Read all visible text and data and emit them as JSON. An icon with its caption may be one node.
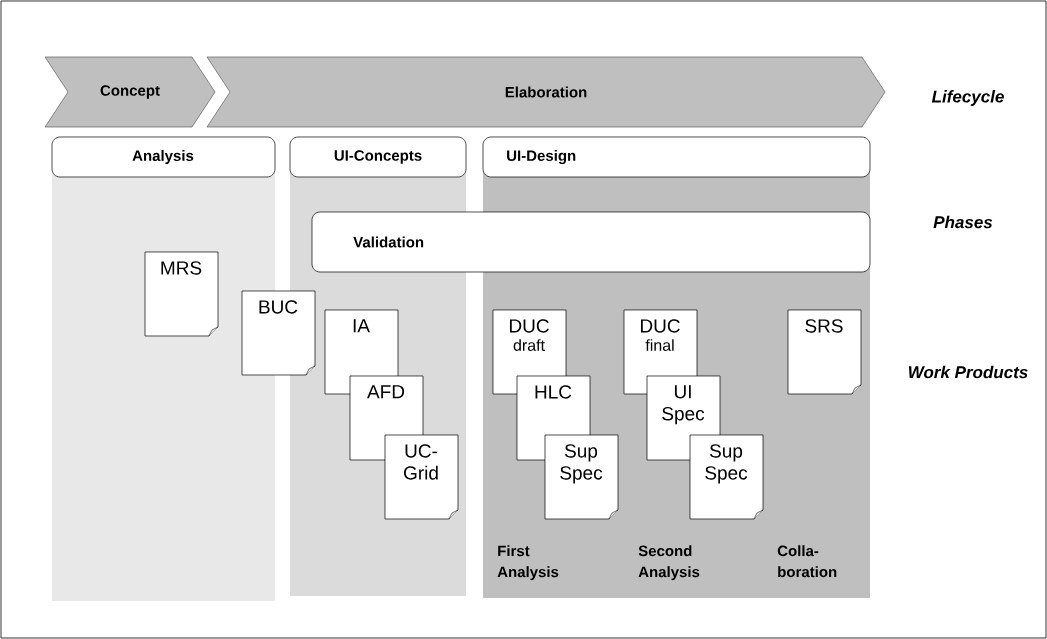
{
  "diagram": {
    "nodes": [
      {
        "text": [
          "Concept"
        ]
      },
      {
        "text": [
          "Elaboration"
        ]
      },
      {
        "text": [
          "Analysis"
        ]
      },
      {
        "text": [
          "UI-Concepts"
        ]
      },
      {
        "text": [
          "UI-Design"
        ]
      },
      {
        "text": [
          "Validation"
        ]
      },
      {
        "text": [
          "MRS"
        ]
      },
      {
        "text": [
          "BUC"
        ]
      },
      {
        "text": [
          "IA"
        ]
      },
      {
        "text": [
          "AFD"
        ]
      },
      {
        "text": [
          "UC- Grid"
        ]
      },
      {
        "text": [
          "DUC",
          "draft"
        ]
      },
      {
        "text": [
          "HLC"
        ]
      },
      {
        "text": [
          "Sup Spec"
        ]
      },
      {
        "text": [
          "DUC",
          "final"
        ]
      },
      {
        "text": [
          "UI Spec"
        ]
      },
      {
        "text": [
          "Sup Spec"
        ]
      },
      {
        "text": [
          "SRS"
        ]
      }
    ],
    "labels": [
      "Lifecycle",
      "Phases",
      "Work Products",
      "First Analysis",
      "Second Analysis",
      "Colla- boration"
    ]
  }
}
